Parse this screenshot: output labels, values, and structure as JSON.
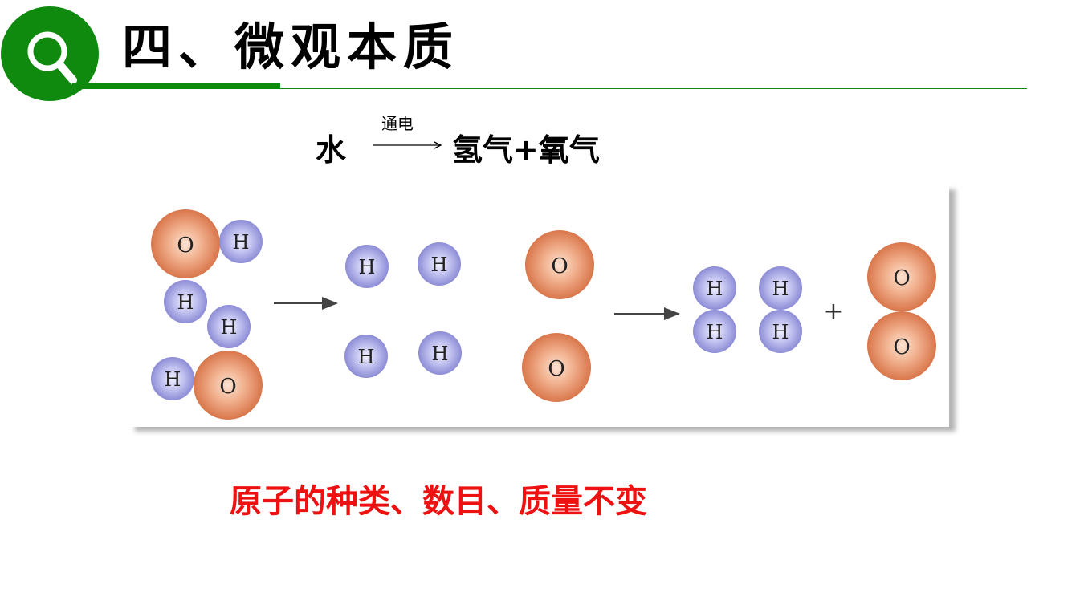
{
  "header": {
    "title": "四、微观本质",
    "icon": "search-icon",
    "accent_color": "#0f8a0f"
  },
  "equation": {
    "reactant": "水",
    "condition": "通电",
    "products": "氢气+氧气"
  },
  "figure": {
    "stages": [
      {
        "name": "water-molecules",
        "atoms": [
          "O",
          "H",
          "H",
          "H",
          "H",
          "O"
        ]
      },
      {
        "name": "separated-atoms",
        "atoms": [
          "H",
          "H",
          "H",
          "H",
          "O",
          "O"
        ]
      },
      {
        "name": "products",
        "hydrogen_molecules": 2,
        "oxygen_molecules": 1,
        "atoms": [
          "H",
          "H",
          "H",
          "H",
          "O",
          "O"
        ]
      }
    ],
    "plus_sign": "+",
    "oxygen_color": "#e08a60",
    "hydrogen_color": "#a7a7e6"
  },
  "conclusion": {
    "text": "原子的种类、数目、质量不变",
    "color": "#ee1111"
  }
}
